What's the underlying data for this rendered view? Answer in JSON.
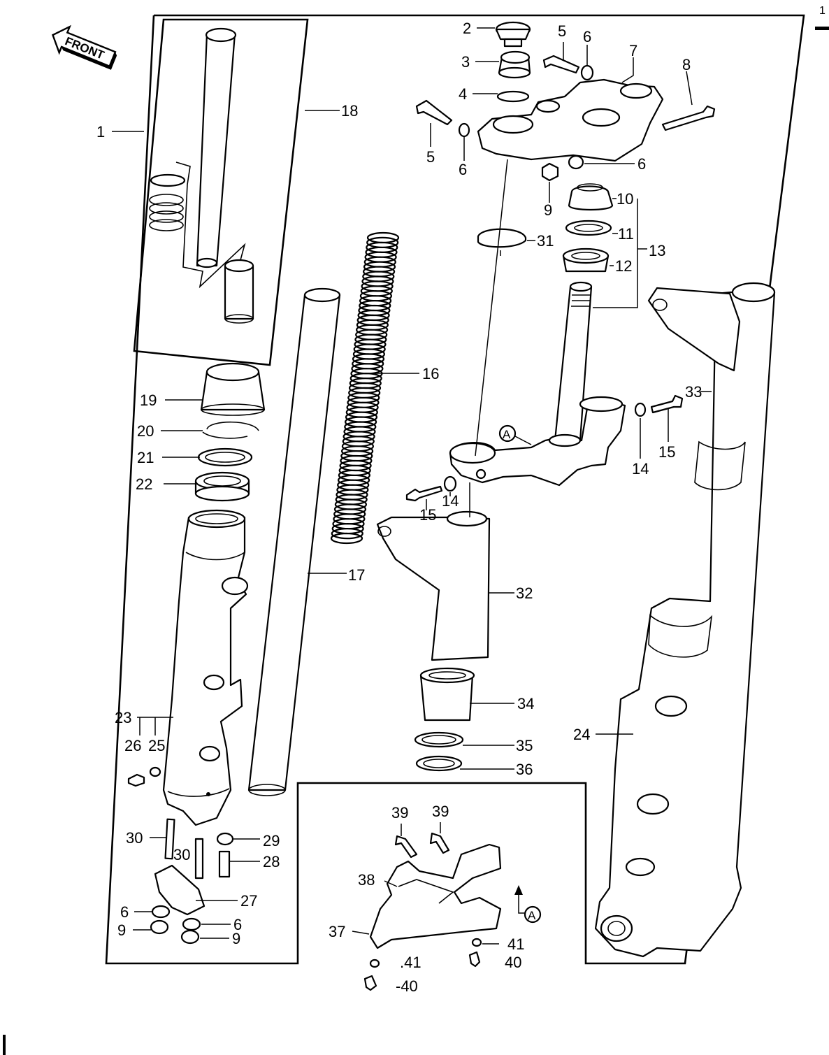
{
  "front_label": "FRONT",
  "corner_mark": "1",
  "reference_mark": "A",
  "labels": {
    "p1": "1",
    "p2": "2",
    "p3": "3",
    "p4": "4",
    "p5a": "5",
    "p5b": "5",
    "p6a": "6",
    "p6b": "6",
    "p6c": "6",
    "p6d": "6",
    "p6e": "6",
    "p7": "7",
    "p8": "8",
    "p9a": "9",
    "p9b": "9",
    "p9c": "9",
    "p10": "10",
    "p11": "11",
    "p12": "12",
    "p13": "13",
    "p14a": "14",
    "p14b": "14",
    "p15a": "15",
    "p15b": "15",
    "p16": "16",
    "p17": "17",
    "p18": "18",
    "p19": "19",
    "p20": "20",
    "p21": "21",
    "p22": "22",
    "p23": "23",
    "p24": "24",
    "p25": "25",
    "p26": "26",
    "p27": "27",
    "p28": "28",
    "p29": "29",
    "p30a": "30",
    "p30b": "30",
    "p31": "31",
    "p32": "32",
    "p33": "33",
    "p34": "34",
    "p35": "35",
    "p36": "36",
    "p37": "37",
    "p38": "38",
    "p39a": "39",
    "p39b": "39",
    "p40a": "40",
    "p40b": "-40",
    "p41a": "41",
    "p41b": ".41"
  }
}
